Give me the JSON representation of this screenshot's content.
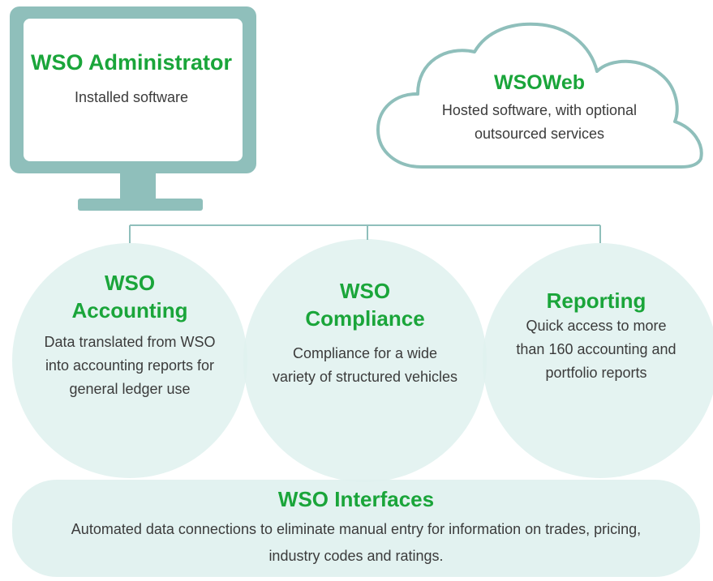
{
  "colors": {
    "accent_green": "#1aa53a",
    "teal_dark": "#8fbfbb",
    "teal_light": "#dff1ee",
    "text": "#3b3b3b"
  },
  "admin": {
    "title": "WSO Administrator",
    "subtitle": "Installed software"
  },
  "web": {
    "title": "WSOWeb",
    "line1": "Hosted software, with optional",
    "line2": "outsourced services"
  },
  "accounting": {
    "title_line1": "WSO",
    "title_line2": "Accounting",
    "line1": "Data translated from WSO",
    "line2": "into accounting reports for",
    "line3": "general ledger use"
  },
  "compliance": {
    "title_line1": "WSO",
    "title_line2": "Compliance",
    "line1": "Compliance for a wide",
    "line2": "variety of structured vehicles"
  },
  "reporting": {
    "title": "Reporting",
    "line1": "Quick access to more",
    "line2": "than 160 accounting and",
    "line3": "portfolio reports"
  },
  "interfaces": {
    "title": "WSO Interfaces",
    "line1": "Automated data connections to eliminate manual entry for information on trades, pricing,",
    "line2": "industry codes and ratings."
  }
}
